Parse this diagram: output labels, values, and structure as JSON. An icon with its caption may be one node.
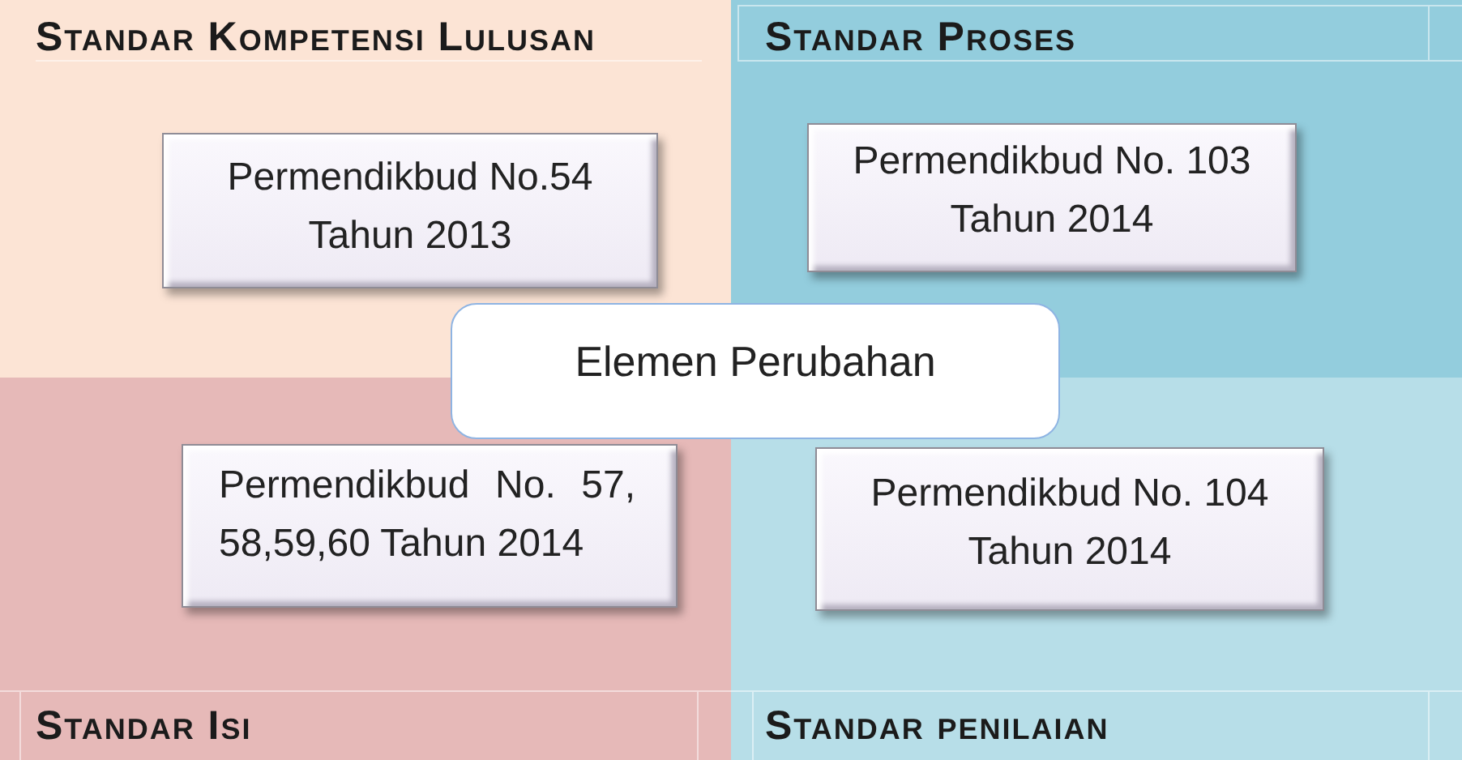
{
  "diagram": {
    "nodes": [
      {
        "text": [
          "Standar Kompetensi Lulusan"
        ]
      },
      {
        "text": [
          "Permendikbud No.54 Tahun 2013"
        ],
        "in": 0
      },
      {
        "text": [
          "Standar Proses"
        ]
      },
      {
        "text": [
          "Permendikbud No. 103 Tahun 2014"
        ],
        "in": 2
      },
      {
        "text": [
          "Elemen Perubahan"
        ]
      },
      {
        "text": [
          "Standar Isi"
        ]
      },
      {
        "text": [
          "Permendikbud No. 57, 58,59,60 Tahun 2014"
        ],
        "in": 5
      },
      {
        "text": [
          "Standar penilaian"
        ]
      },
      {
        "text": [
          "Permendikbud No. 104 Tahun 2014"
        ],
        "in": 7
      }
    ]
  }
}
